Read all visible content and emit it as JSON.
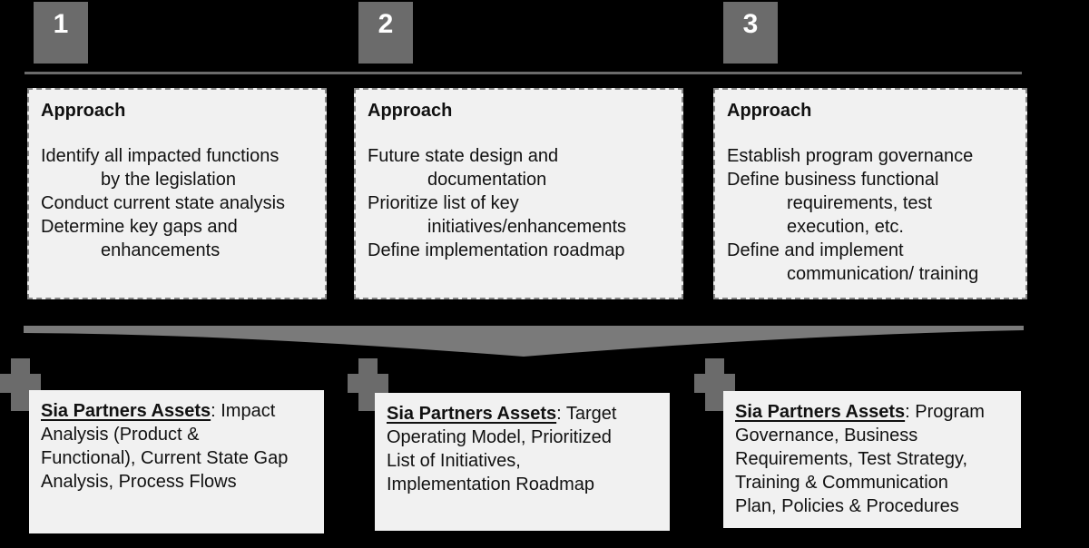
{
  "colors": {
    "background": "#000000",
    "shape_gray": "#6b6b6b",
    "chevron_gray": "#7a7a7a",
    "box_fill": "#f1f1f1",
    "dash_border": "#878787",
    "text": "#111111",
    "badge_text": "#ffffff"
  },
  "columns": [
    {
      "number": "1",
      "approach": {
        "title": "Approach",
        "lines": [
          {
            "text": "Identify all impacted functions",
            "indent": false
          },
          {
            "text": "by the legislation",
            "indent": true
          },
          {
            "text": "Conduct current state analysis",
            "indent": false
          },
          {
            "text": "Determine key gaps and",
            "indent": false
          },
          {
            "text": "enhancements",
            "indent": true
          }
        ]
      },
      "assets": {
        "label": "Sia Partners Assets",
        "lines": [
          ": Impact",
          "Analysis (Product &",
          "Functional), Current State Gap",
          "Analysis, Process Flows"
        ]
      }
    },
    {
      "number": "2",
      "approach": {
        "title": "Approach",
        "lines": [
          {
            "text": "Future state design and",
            "indent": false
          },
          {
            "text": "documentation",
            "indent": true
          },
          {
            "text": "Prioritize list of key",
            "indent": false
          },
          {
            "text": "initiatives/enhancements",
            "indent": true
          },
          {
            "text": "Define implementation roadmap",
            "indent": false
          }
        ]
      },
      "assets": {
        "label": "Sia Partners Assets",
        "lines": [
          ": Target",
          "Operating Model, Prioritized",
          "List of Initiatives,",
          "Implementation Roadmap"
        ]
      }
    },
    {
      "number": "3",
      "approach": {
        "title": "Approach",
        "lines": [
          {
            "text": "Establish program governance",
            "indent": false
          },
          {
            "text": "Define business functional",
            "indent": false
          },
          {
            "text": "requirements, test",
            "indent": true
          },
          {
            "text": "execution, etc.",
            "indent": true
          },
          {
            "text": "Define and implement",
            "indent": false
          },
          {
            "text": "communication/ training",
            "indent": true
          }
        ]
      },
      "assets": {
        "label": "Sia Partners Assets",
        "lines": [
          ": Program",
          "Governance, Business",
          "Requirements, Test Strategy,",
          "Training & Communication",
          "Plan, Policies & Procedures"
        ]
      }
    }
  ]
}
